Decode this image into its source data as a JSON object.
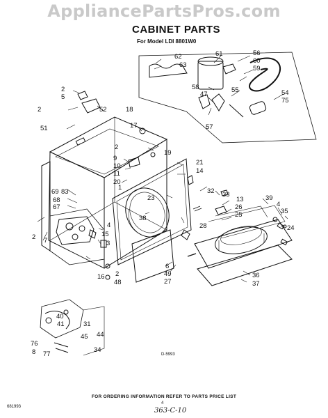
{
  "watermark": "AppliancePartsPros.com",
  "title": "CABINET PARTS",
  "model_line": "For Model LDI 8801W0",
  "drawing_code": "D-5993",
  "footer": "FOR ORDERING INFORMATION REFER TO PARTS PRICE LIST",
  "page_code": "681993",
  "page_number": "4",
  "handwritten_note": "363-C-10",
  "part_callouts": [
    "62",
    "63",
    "61",
    "56",
    "60",
    "59",
    "58",
    "55",
    "54",
    "75",
    "47",
    "57",
    "2",
    "5",
    "52",
    "18",
    "2",
    "51",
    "17",
    "2",
    "19",
    "9",
    "10",
    "11",
    "20",
    "21",
    "14",
    "1",
    "69",
    "83",
    "68",
    "67",
    "23",
    "38",
    "32",
    "33",
    "13",
    "26",
    "25",
    "39",
    "4",
    "35",
    "24",
    "2",
    "7",
    "4",
    "15",
    "3",
    "16",
    "2",
    "48",
    "28",
    "6",
    "49",
    "27",
    "36",
    "37",
    "40",
    "41",
    "31",
    "44",
    "45",
    "76",
    "77",
    "34",
    "8"
  ]
}
